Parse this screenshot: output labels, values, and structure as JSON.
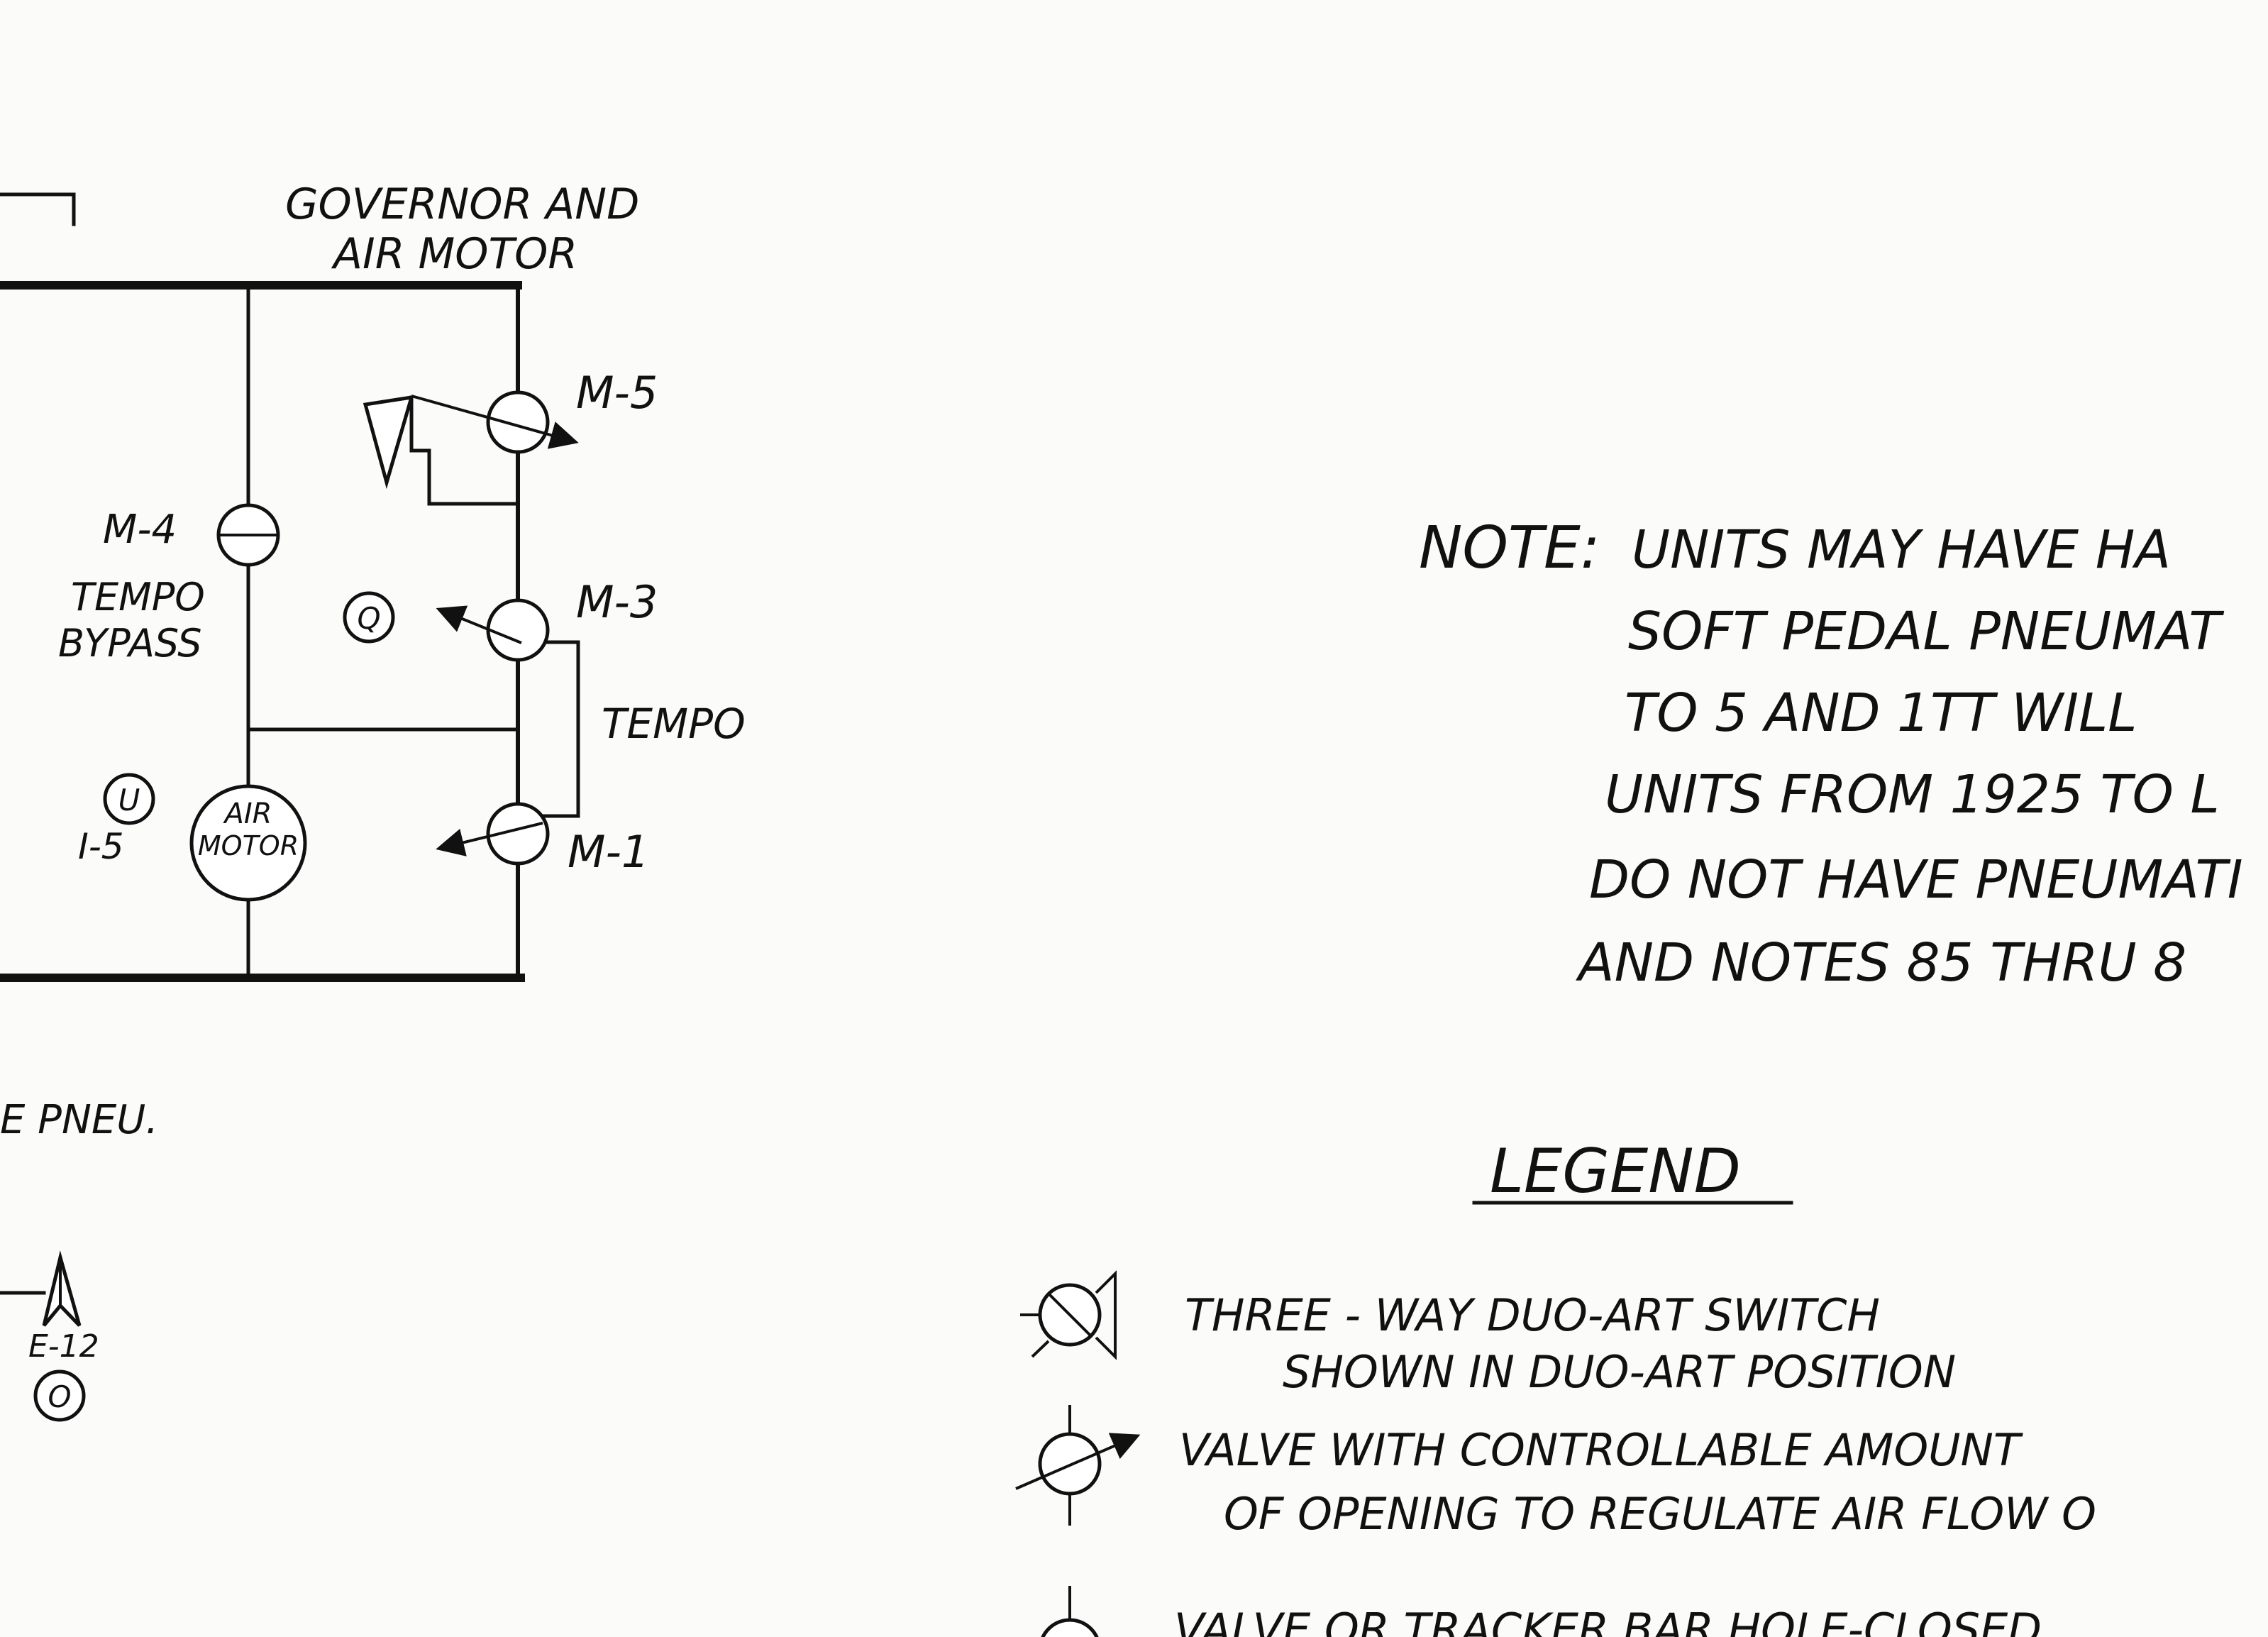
{
  "governor": {
    "line1": "GOVERNOR AND",
    "line2": "AIR MOTOR"
  },
  "components": {
    "m5": "M-5",
    "m4": "M-4",
    "m3": "M-3",
    "m1": "M-1",
    "tempo_bypass_1": "TEMPO",
    "tempo_bypass_2": "BYPASS",
    "tempo": "TEMPO",
    "q_marker": "Q",
    "u_marker": "U",
    "i5": "I-5",
    "air_motor_1": "AIR",
    "air_motor_2": "MOTOR",
    "e12": "E-12",
    "o_marker": "O",
    "pneu": "E PNEU."
  },
  "note": {
    "label": "NOTE:",
    "lines": [
      "UNITS MAY HAVE HA",
      "SOFT PEDAL PNEUMAT",
      "TO 5 AND 1TT WILL",
      "UNITS FROM 1925 TO L",
      "DO NOT HAVE PNEUMATI",
      "AND NOTES 85 THRU 8"
    ]
  },
  "legend": {
    "title": "LEGEND",
    "items": [
      {
        "line1": "THREE - WAY   DUO-ART  SWITCH",
        "line2": "SHOWN   IN  DUO-ART  POSITION"
      },
      {
        "line1": "VALVE   WITH  CONTROLLABLE   AMOUNT",
        "line2": "OF  OPENING  TO  REGULATE  AIR  FLOW  O"
      },
      {
        "line1": "VALVE   OR   TRACKER   BAR  HOLE-CLOSED"
      }
    ]
  }
}
